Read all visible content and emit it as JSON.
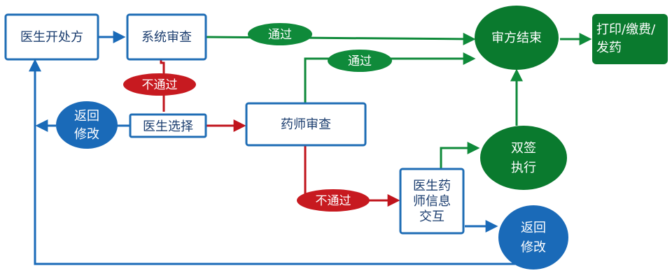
{
  "colors": {
    "blue": "#1a6ab8",
    "blue_box_border": "#1f6db5",
    "green": "#0f8a3a",
    "green_dark": "#0a7a2e",
    "red": "#c0141c",
    "red_fill": "#c71a20"
  },
  "nodes": {
    "doctor_prescribe": "医生开处方",
    "system_review": "系统审查",
    "doctor_choice": "医生选择",
    "return_modify_left_1": "返回",
    "return_modify_left_2": "修改",
    "pharmacist_review": "药师审查",
    "review_end": "审方结束",
    "print_pay_1": "打印/缴费/",
    "print_pay_2": "发药",
    "double_sign_1": "双签",
    "double_sign_2": "执行",
    "interact_1": "医生药",
    "interact_2": "师信息",
    "interact_3": "交互",
    "return_modify_right_1": "返回",
    "return_modify_right_2": "修改"
  },
  "labels": {
    "pass_top": "通过",
    "pass_mid": "通过",
    "fail_left": "不通过",
    "fail_bottom": "不通过"
  }
}
